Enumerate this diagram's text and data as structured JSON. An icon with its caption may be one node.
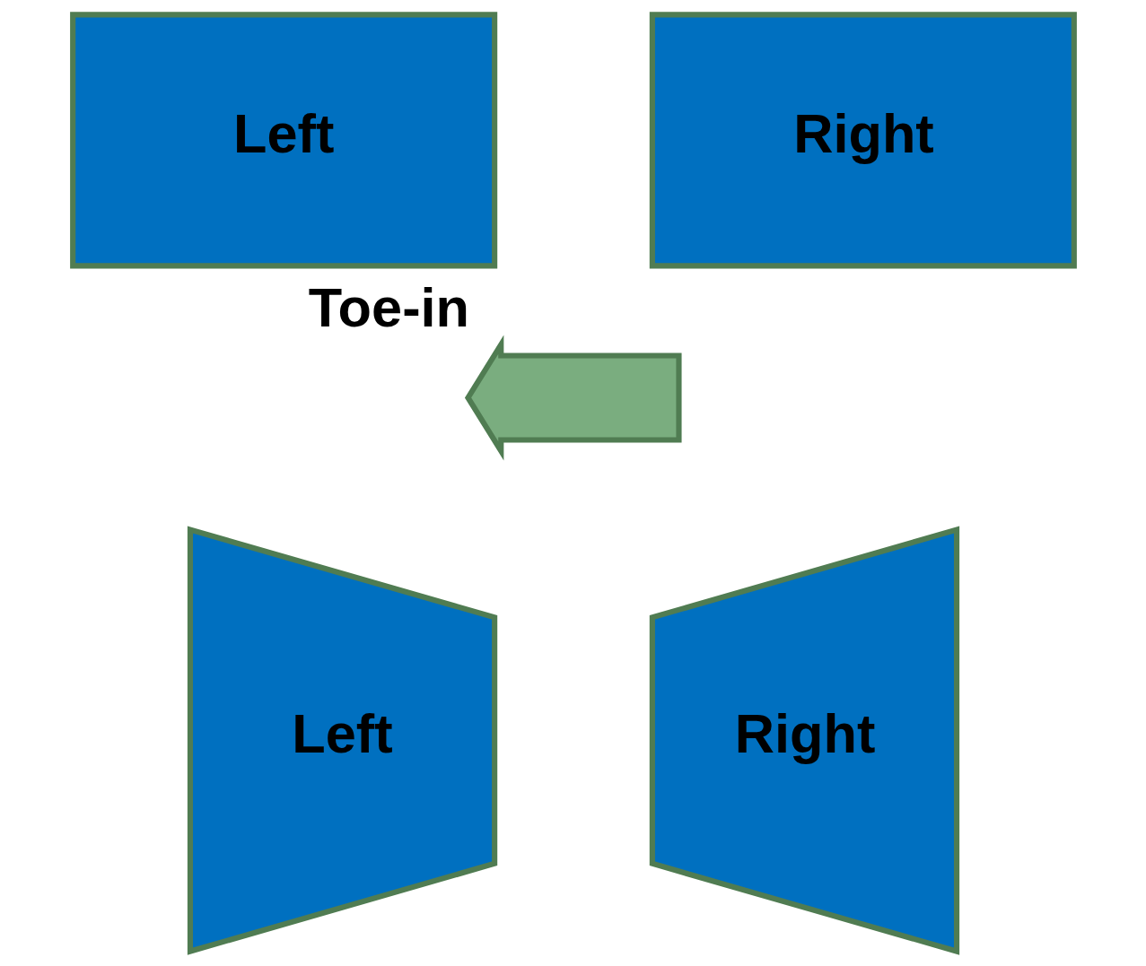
{
  "diagram": {
    "nodes": [
      {
        "text": [
          "Left"
        ]
      },
      {
        "text": [
          "Right"
        ]
      },
      {
        "text": [],
        "shape": "arrow",
        "beside": [
          "Toe-in"
        ]
      },
      {
        "text": [
          "Left"
        ]
      },
      {
        "text": [
          "Right"
        ]
      }
    ]
  }
}
